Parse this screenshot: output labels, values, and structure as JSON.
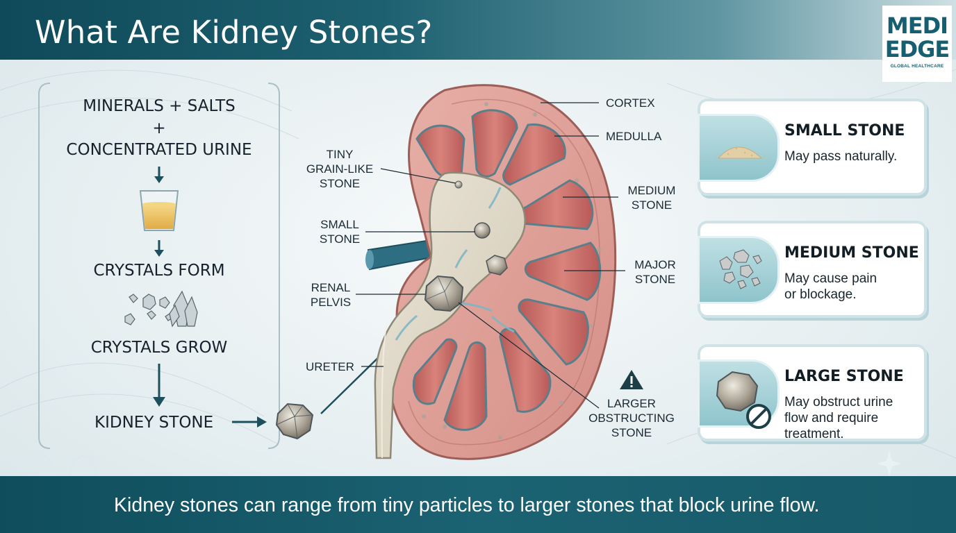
{
  "header": {
    "title": "What Are Kidney Stones?"
  },
  "logo": {
    "line1": "MEDI",
    "line2": "EDGE",
    "line3": "GLOBAL HEALTHCARE"
  },
  "flow": {
    "step1": "MINERALS + SALTS",
    "plus": "+",
    "step2": "CONCENTRATED URINE",
    "step3": "CRYSTALS FORM",
    "step4": "CRYSTALS GROW",
    "step5": "KIDNEY STONE"
  },
  "labels": {
    "cortex": "CORTEX",
    "medulla": "MEDULLA",
    "tiny_stone": [
      "TINY",
      "GRAIN-LIKE",
      "STONE"
    ],
    "small_stone": [
      "SMALL",
      "STONE"
    ],
    "renal_pelvis": [
      "RENAL",
      "PELVIS"
    ],
    "ureter": "URETER",
    "medium_stone": [
      "MEDIUM",
      "STONE"
    ],
    "major_stone": [
      "MAJOR",
      "STONE"
    ],
    "larger_stone": [
      "LARGER",
      "OBSTRUCTING",
      "STONE"
    ]
  },
  "cards": [
    {
      "title": "SMALL STONE",
      "desc": [
        "May pass naturally."
      ]
    },
    {
      "title": "MEDIUM STONE",
      "desc": [
        "May cause pain",
        "or blockage."
      ]
    },
    {
      "title": "LARGE STONE",
      "desc": [
        "May obstruct urine",
        "flow and require",
        "treatment."
      ]
    }
  ],
  "footer": {
    "text": "Kidney stones can range from tiny particles to larger stones that block urine flow."
  },
  "colors": {
    "teal_dark": "#0f4a59",
    "teal": "#1d6070",
    "kidney": "#d9968f",
    "medulla": "#c0625f"
  }
}
